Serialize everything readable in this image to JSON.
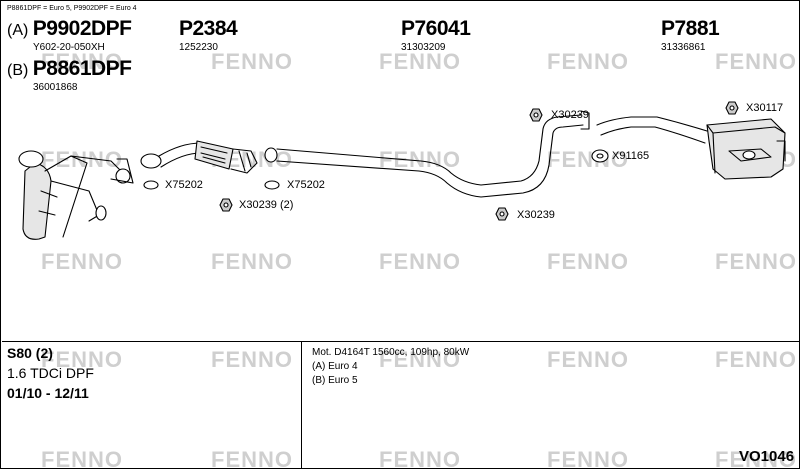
{
  "header_note": "P8861DPF = Euro 5, P9902DPF = Euro 4",
  "parts": [
    {
      "variant": "(A)",
      "number": "P9902DPF",
      "ref": "Y602-20-050XH"
    },
    {
      "variant": "(B)",
      "number": "P8861DPF",
      "ref": "36001868"
    },
    {
      "variant": "",
      "number": "P2384",
      "ref": "1252230"
    },
    {
      "variant": "",
      "number": "P76041",
      "ref": "31303209"
    },
    {
      "variant": "",
      "number": "P7881",
      "ref": "31336861"
    }
  ],
  "components": {
    "x75202_a": "X75202",
    "x75202_b": "X75202",
    "x30239_2": "X30239 (2)",
    "x30239_top": "X30239",
    "x30239_bottom": "X30239",
    "x91165": "X91165",
    "x30117": "X30117"
  },
  "watermark": "FENNO",
  "vehicle": {
    "model": "S80 (2)",
    "engine": "1.6 TDCi DPF",
    "years": "01/10 - 12/11"
  },
  "motor": {
    "line1": "Mot. D4164T 1560cc, 109hp, 80kW",
    "line2": "(A) Euro 4",
    "line3": "(B) Euro 5"
  },
  "diagram_code": "VO1046",
  "colors": {
    "ink": "#000000",
    "watermark": "#cfcfcf",
    "part_fill": "#e6e6e6"
  }
}
